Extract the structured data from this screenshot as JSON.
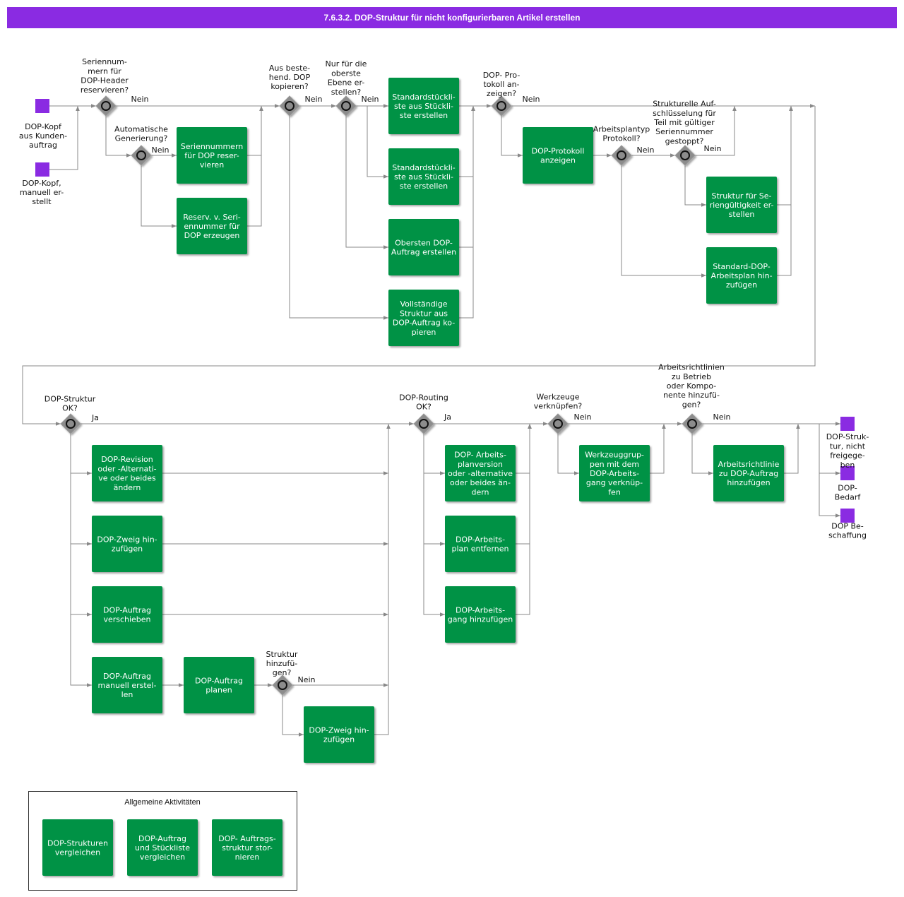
{
  "title": "7.6.3.2. DOP-Struktur für nicht konfigurierbaren Artikel erstellen",
  "colors": {
    "event": "#8a2be2",
    "task": "#009245",
    "gateway": "#8c8c8c",
    "line": "#888888"
  },
  "events": [
    {
      "id": "ev_kunde",
      "lines": [
        "DOP-Kopf",
        "aus Kunden-",
        "auftrag"
      ]
    },
    {
      "id": "ev_manuell",
      "lines": [
        "DOP-Kopf,",
        "manuell er-",
        "stellt"
      ]
    },
    {
      "id": "ev_nicht_freigegeben",
      "lines": [
        "DOP-Struk-",
        "tur, nicht",
        "freigege-",
        "ben"
      ]
    },
    {
      "id": "ev_bedarf",
      "lines": [
        "DOP-",
        "Bedarf"
      ]
    },
    {
      "id": "ev_beschaffung",
      "lines": [
        "DOP Be-",
        "schaffung"
      ]
    }
  ],
  "gateways": [
    {
      "id": "g1",
      "lines": [
        "Seriennum-",
        "mern für",
        "DOP-Header",
        "reservieren?"
      ]
    },
    {
      "id": "g2",
      "lines": [
        "Automatische",
        "Generierung?"
      ]
    },
    {
      "id": "g3",
      "lines": [
        "Aus beste-",
        "hend. DOP",
        "kopieren?"
      ]
    },
    {
      "id": "g4",
      "lines": [
        "Nur für die",
        "oberste",
        "Ebene er-",
        "stellen?"
      ]
    },
    {
      "id": "g5",
      "lines": [
        "DOP- Pro-",
        "tokoll  an-",
        "zeigen?"
      ]
    },
    {
      "id": "g6",
      "lines": [
        "Arbeitsplantyp",
        "Protokoll?"
      ]
    },
    {
      "id": "g7",
      "lines": [
        "Strukturelle Auf-",
        "schlüsselung für",
        "Teil mit gültiger",
        "Seriennummer",
        "gestoppt?"
      ]
    },
    {
      "id": "g8",
      "lines": [
        "DOP-Struktur",
        "OK?"
      ]
    },
    {
      "id": "g9",
      "lines": [
        "DOP-Routing",
        "OK?"
      ]
    },
    {
      "id": "g10",
      "lines": [
        "Werkzeuge",
        "verknüpfen?"
      ]
    },
    {
      "id": "g11",
      "lines": [
        "Arbeitsrichtlinien",
        "zu Betrieb",
        "oder      Kompo-",
        "nente      hinzufü-",
        "gen?"
      ]
    },
    {
      "id": "g12",
      "lines": [
        "Struktur",
        "hinzufü-",
        "gen?"
      ]
    }
  ],
  "tasks": [
    {
      "id": "t_ser_res",
      "lines": [
        "Seriennummern",
        "für DOP reser-",
        "vieren"
      ]
    },
    {
      "id": "t_reserv",
      "lines": [
        "Reserv. v. Seri-",
        "ennummer für",
        "DOP erzeugen"
      ]
    },
    {
      "id": "t_std1",
      "lines": [
        "Standardstückli-",
        "ste aus Stückli-",
        "ste erstellen"
      ]
    },
    {
      "id": "t_std2",
      "lines": [
        "Standardstückli-",
        "ste aus Stückli-",
        "ste erstellen"
      ]
    },
    {
      "id": "t_oberst",
      "lines": [
        "Obersten DOP-",
        "Auftrag erstellen"
      ]
    },
    {
      "id": "t_vollst",
      "lines": [
        "Vollständige",
        "Struktur aus",
        "DOP-Auftrag ko-",
        "pieren"
      ]
    },
    {
      "id": "t_prot",
      "lines": [
        "DOP-Protokoll",
        "anzeigen"
      ]
    },
    {
      "id": "t_sergueltig",
      "lines": [
        "Struktur für Se-",
        "riengültigkeit er-",
        "stellen"
      ]
    },
    {
      "id": "t_stdarb",
      "lines": [
        "Standard-DOP-",
        "Arbeitsplan  hin-",
        "zufügen"
      ]
    },
    {
      "id": "t_revision",
      "lines": [
        "DOP-Revision",
        "oder -Alternati-",
        "ve oder beides",
        "ändern"
      ]
    },
    {
      "id": "t_zweig1",
      "lines": [
        "DOP-Zweig hin-",
        "zufügen"
      ]
    },
    {
      "id": "t_verschieben",
      "lines": [
        "DOP-Auftrag",
        "verschieben"
      ]
    },
    {
      "id": "t_manuell",
      "lines": [
        "DOP-Auftrag",
        "manuell erstel-",
        "len"
      ]
    },
    {
      "id": "t_planen",
      "lines": [
        "DOP-Auftrag",
        "planen"
      ]
    },
    {
      "id": "t_zweig2",
      "lines": [
        "DOP-Zweig hin-",
        "zufügen"
      ]
    },
    {
      "id": "t_arbversion",
      "lines": [
        "DOP- Arbeits-",
        "planversion",
        "oder -alternative",
        "oder beides än-",
        "dern"
      ]
    },
    {
      "id": "t_arbentf",
      "lines": [
        "DOP-Arbeits-",
        "plan entfernen"
      ]
    },
    {
      "id": "t_arbgang",
      "lines": [
        "DOP-Arbeits-",
        "gang hinzufügen"
      ]
    },
    {
      "id": "t_werkzeug",
      "lines": [
        "Werkzeuggrup-",
        "pen mit dem",
        "DOP-Arbeits-",
        "gang verknüp-",
        "fen"
      ]
    },
    {
      "id": "t_richtlinie",
      "lines": [
        "Arbeitsrichtlinie",
        "zu DOP-Auftrag",
        "hinzufügen"
      ]
    }
  ],
  "edge_labels": [
    {
      "id": "l_g1",
      "text": "Nein"
    },
    {
      "id": "l_g2",
      "text": "Nein"
    },
    {
      "id": "l_g3",
      "text": "Nein"
    },
    {
      "id": "l_g4",
      "text": "Nein"
    },
    {
      "id": "l_g5",
      "text": "Nein"
    },
    {
      "id": "l_g6",
      "text": "Nein"
    },
    {
      "id": "l_g7",
      "text": "Nein"
    },
    {
      "id": "l_g8",
      "text": "Ja"
    },
    {
      "id": "l_g9",
      "text": "Ja"
    },
    {
      "id": "l_g10",
      "text": "Nein"
    },
    {
      "id": "l_g11",
      "text": "Nein"
    },
    {
      "id": "l_g12",
      "text": "Nein"
    }
  ],
  "legend": {
    "title": "Allgemeine Aktivitäten",
    "tasks": [
      {
        "id": "a1",
        "lines": [
          "DOP-Strukturen",
          "vergleichen"
        ]
      },
      {
        "id": "a2",
        "lines": [
          "DOP-Auftrag",
          "und Stückliste",
          "vergleichen"
        ]
      },
      {
        "id": "a3",
        "lines": [
          "DOP- Auftrags-",
          "struktur  stor-",
          "nieren"
        ]
      }
    ]
  }
}
